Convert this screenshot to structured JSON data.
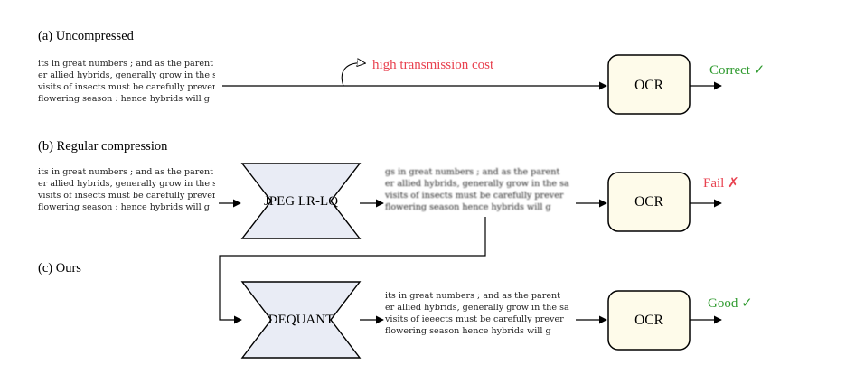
{
  "sections": {
    "a": "(a) Uncompressed",
    "b": "(b) Regular compression",
    "c": "(c) Ours"
  },
  "doc_lines": [
    "its in great numbers ; and as the parent",
    "er allied hybrids, generally grow in the sa",
    "visits of insects must be carefully prever",
    "flowering  season :  hence hybrids will g"
  ],
  "doc_lines_jpeg": [
    "gs in great numbers ; and as the parent",
    "er allied hybrids, generally grow in the sa",
    "visits of insects must be carefully prever",
    "flowering  season    hence hybrids will g"
  ],
  "doc_lines_ours": [
    "its in great numbers ; and as the parent",
    "er allied hybrids, generally grow in the sa",
    "visits of ieeects must be carefully prever",
    "flowering  season    hence hybrids will g"
  ],
  "annotation_cost": "high transmission cost",
  "encoder_label": "JPEG LR-LQ",
  "dequant_label": "DEQUANT",
  "ocr_label": "OCR",
  "results": {
    "a": "Correct ✓",
    "b": "Fail ✗",
    "c": "Good ✓"
  },
  "colors": {
    "box_fill": "#e9ecf5",
    "ocr_fill": "#fefbea",
    "good": "#2e9a2e",
    "bad": "#e8414f"
  }
}
